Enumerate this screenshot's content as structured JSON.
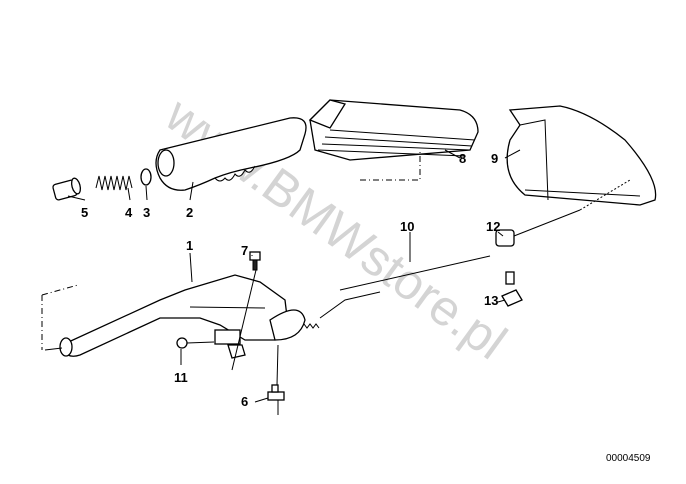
{
  "watermark": "www.BMWstore.pl",
  "diagram_code": "00004509",
  "labels": {
    "l1": "1",
    "l2": "2",
    "l3": "3",
    "l4": "4",
    "l5": "5",
    "l6": "6",
    "l7": "7",
    "l8": "8",
    "l9": "9",
    "l10": "10",
    "l11": "11",
    "l12": "12",
    "l13": "13"
  }
}
